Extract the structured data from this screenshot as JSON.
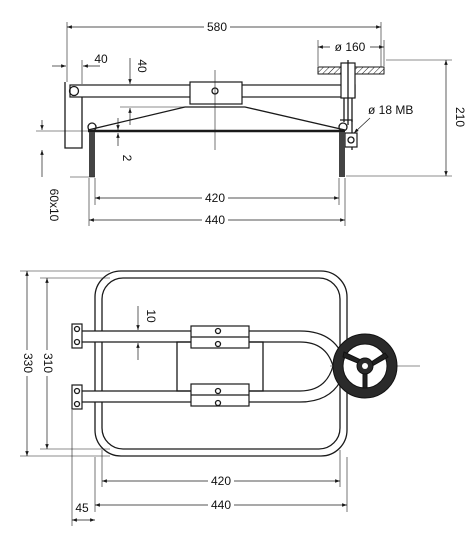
{
  "dimensions": {
    "overall_width": "580",
    "handwheel_diameter": "ø 160",
    "offset_left": "40",
    "arm_height": "40",
    "bolt_size": "ø 18 MB",
    "overall_height": "210",
    "gap": "2",
    "gasket": "60x10",
    "inner_width": "420",
    "outer_width": "440",
    "inner_depth": "310",
    "outer_depth": "330",
    "arm_width": "10",
    "plan_inner_width": "420",
    "plan_outer_width": "440",
    "hinge_offset": "45"
  }
}
